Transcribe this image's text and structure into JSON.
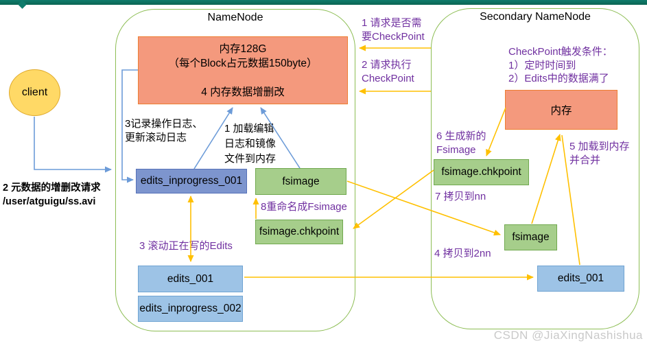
{
  "page": {
    "watermark": "CSDN @JiaXingNashishua"
  },
  "client": {
    "label": "client",
    "request_note_line1": "2 元数据的增删改请求",
    "request_note_line2": "/user/atguigu/ss.avi"
  },
  "namenode": {
    "title": "NameNode",
    "memory_box": {
      "line1": "内存128G",
      "line2": "（每个Block占元数据150byte）",
      "line3": "4 内存数据增删改"
    },
    "note_record_log_line1": "3记录操作日志、",
    "note_record_log_line2": "更新滚动日志",
    "note_load_line1": "1 加载编辑",
    "note_load_line2": "日志和镜像",
    "note_load_line3": "文件到内存",
    "edits_inprogress_001": "edits_inprogress_001",
    "fsimage": "fsimage",
    "rename_label": "8重命名成Fsimage",
    "fsimage_chkpoint": "fsimage.chkpoint",
    "roll_label": "3 滚动正在写的Edits",
    "edits_001": "edits_001",
    "edits_inprogress_002": "edits_inprogress_002"
  },
  "middle": {
    "request1_line1": "1 请求是否需",
    "request1_line2": "要CheckPoint",
    "request2_line1": "2 请求执行",
    "request2_line2": "CheckPoint"
  },
  "secondary_namenode": {
    "title": "Secondary NameNode",
    "trigger_line1": "CheckPoint触发条件：",
    "trigger_line2": "1）定时时间到",
    "trigger_line3": "2）Edits中的数据满了",
    "memory_box": "内存",
    "gen_label_line1": "6 生成新的",
    "gen_label_line2": "Fsimage",
    "fsimage_chkpoint": "fsimage.chkpoint",
    "copy_nn_label": "7 拷贝到nn",
    "load_label_line1": "5 加载到内存",
    "load_label_line2": "并合并",
    "fsimage": "fsimage",
    "copy_2nn_label": "4 拷贝到2nn",
    "edits_001": "edits_001"
  },
  "colors": {
    "purple": "#7030A0",
    "gold": "#FFC000",
    "arrow-blue": "#6C9BD8",
    "orange-fill": "#F4997D",
    "orange-border": "#ED7D31",
    "green-fill": "#A6CE8B",
    "green-border": "#70A84E",
    "blue-dark-fill": "#7D95CE",
    "blue-dark-border": "#5571B8",
    "blue-light-fill": "#9DC3E6",
    "blue-light-border": "#6FA3D2",
    "yellow-fill": "#FFD966",
    "yellow-border": "#DFA92A",
    "frame-green": "#8CBD53",
    "teal-bar": "#0F7C6C",
    "watermark-gray": "#C9C9C9"
  }
}
